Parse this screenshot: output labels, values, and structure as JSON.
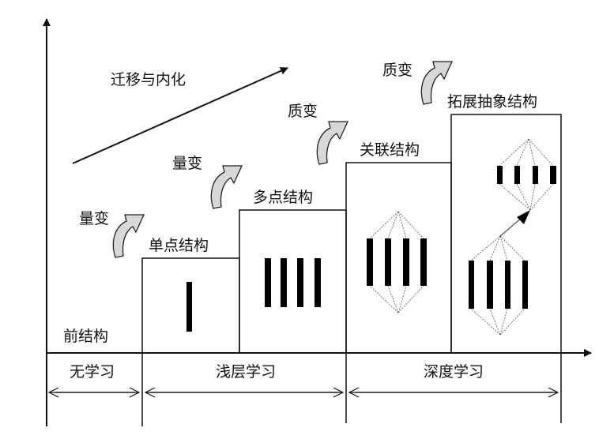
{
  "diagram": {
    "trend_label": "迁移与内化",
    "levels": [
      {
        "label": "前结构"
      },
      {
        "label": "单点结构"
      },
      {
        "label": "多点结构"
      },
      {
        "label": "关联结构"
      },
      {
        "label": "拓展抽象结构"
      }
    ],
    "transitions": [
      {
        "label": "量变"
      },
      {
        "label": "量变"
      },
      {
        "label": "质变"
      },
      {
        "label": "质变"
      }
    ],
    "phases": [
      {
        "label": "无学习"
      },
      {
        "label": "浅层学习"
      },
      {
        "label": "深度学习"
      }
    ]
  }
}
